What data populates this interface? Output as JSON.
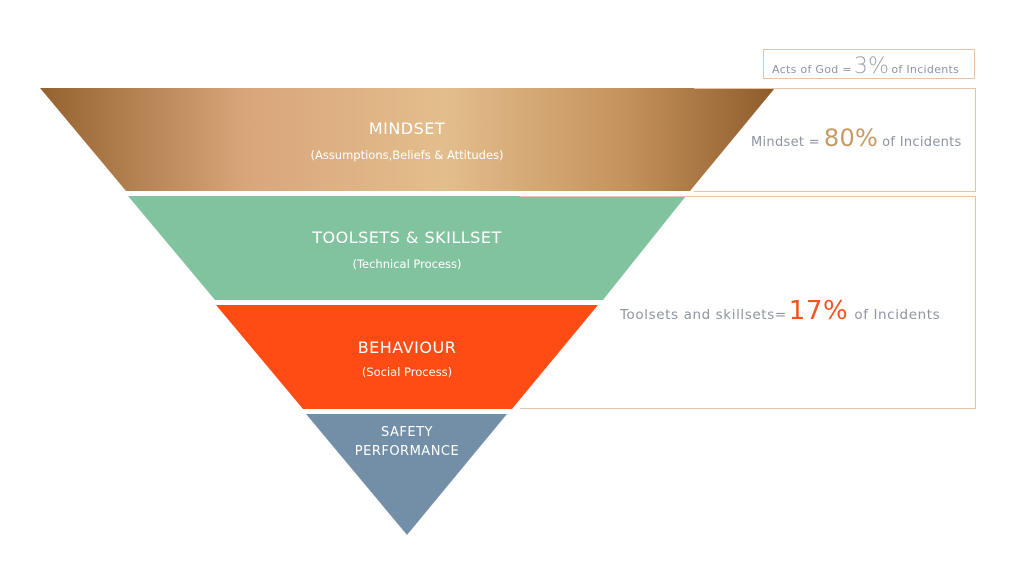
{
  "layers": [
    {
      "title": "MINDSET",
      "subtitle": "(Assumptions,Beliefs & Attitudes)",
      "color": "#b4814c"
    },
    {
      "title": "TOOLSETS & SKILLSET",
      "subtitle": "(Technical Process)",
      "color": "#82c39f"
    },
    {
      "title": "BEHAVIOUR",
      "subtitle": "(Social Process)",
      "color": "#ff4b14"
    },
    {
      "title_line1": "SAFETY",
      "title_line2": "PERFORMANCE",
      "color": "#738fa8"
    }
  ],
  "stats": {
    "acts_of_god": {
      "prefix": "Acts of God =",
      "value": "3%",
      "suffix": "of Incidents"
    },
    "mindset": {
      "prefix": "Mindset =",
      "value": "80%",
      "suffix": "of Incidents"
    },
    "toolsets": {
      "prefix": "Toolsets and skillsets=",
      "value": "17%",
      "suffix": "of Incidents"
    }
  },
  "colors": {
    "mindset_gradient": [
      "#9b6a38",
      "#dcb587",
      "#e2bc8a",
      "#93622f"
    ],
    "box_border": "#e6c3a7",
    "stat_text": "#8c95a1"
  }
}
